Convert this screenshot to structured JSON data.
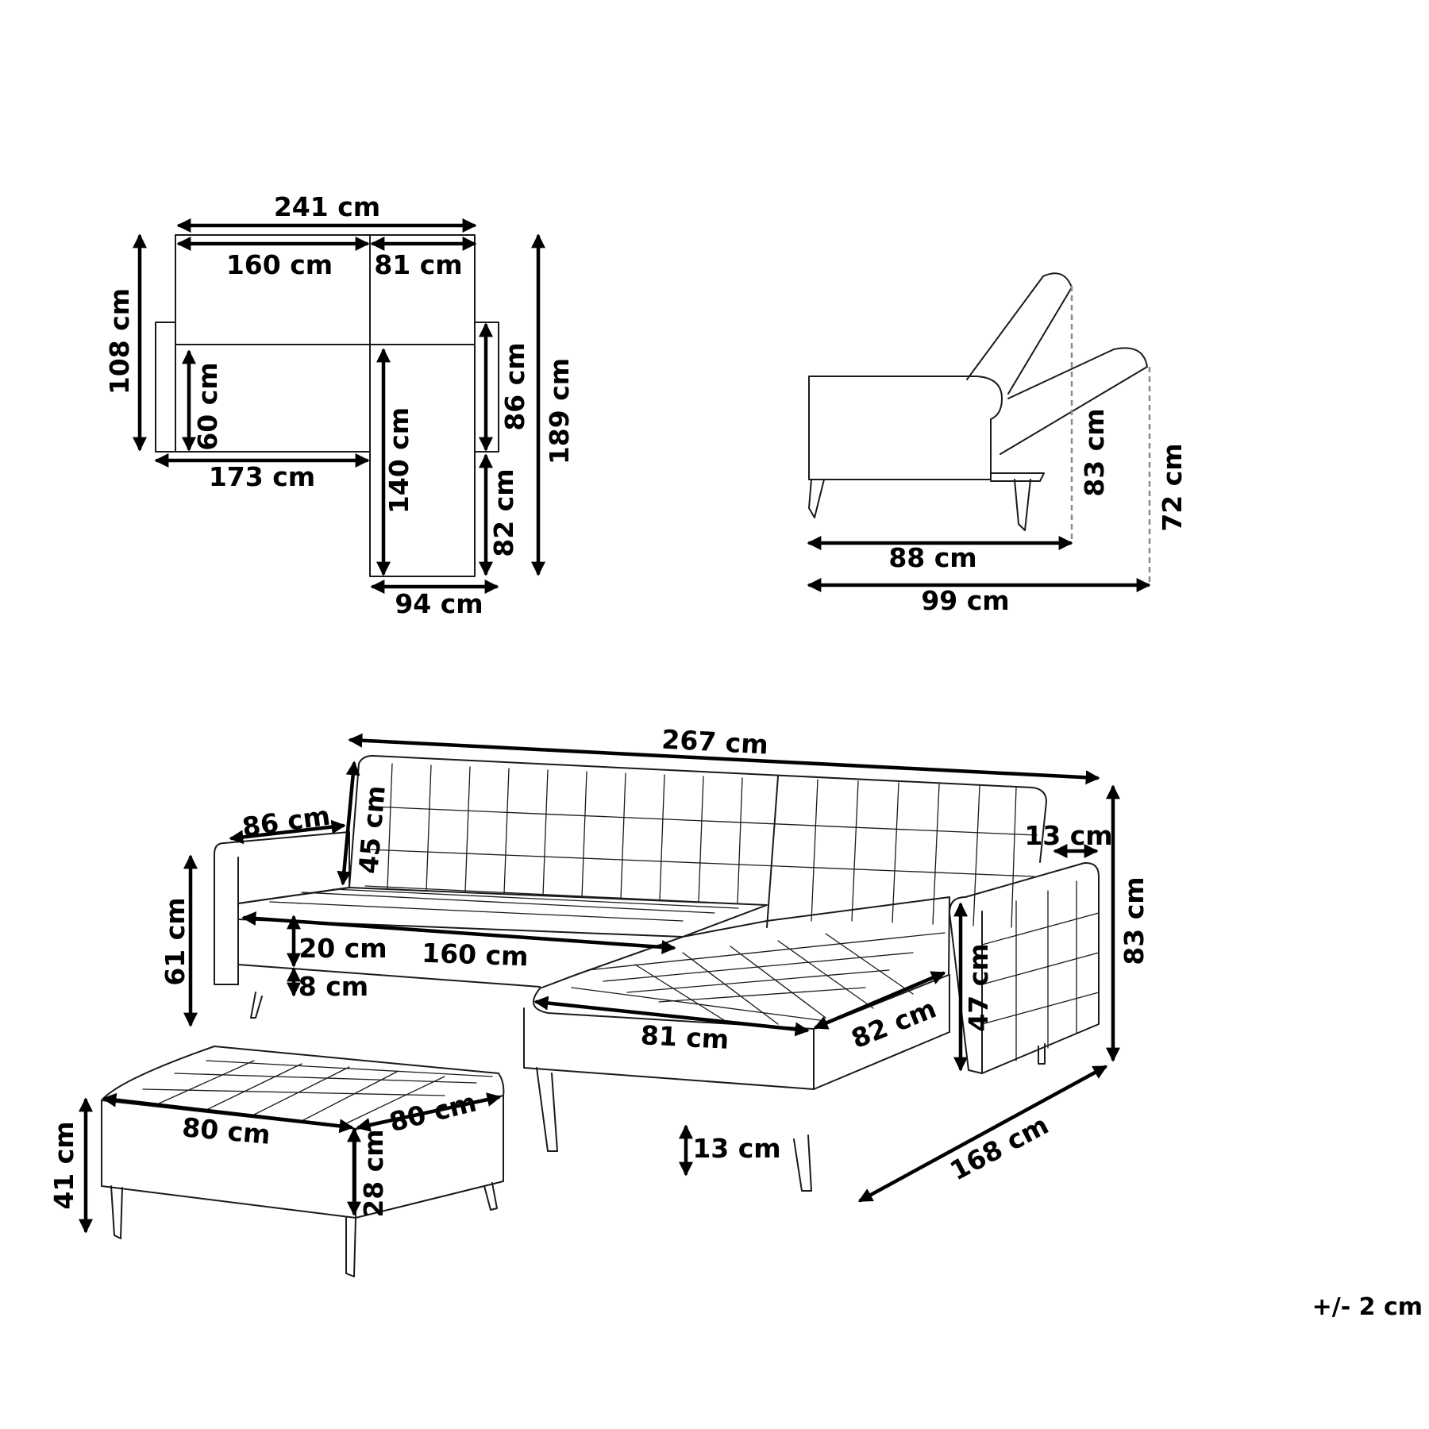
{
  "plan_view": {
    "total_width": "241 cm",
    "sofa_width": "160 cm",
    "chaise_width_top": "81 cm",
    "total_depth_left": "108 cm",
    "seat_depth": "60 cm",
    "seat_width": "173 cm",
    "chaise_length": "140 cm",
    "chaise_width": "94 cm",
    "chaise_back_depth": "86 cm",
    "chaise_front_depth": "82 cm",
    "total_depth_right": "189 cm"
  },
  "side_view": {
    "closed_depth": "88 cm",
    "reclined_depth": "99 cm",
    "back_height": "83 cm",
    "reclined_height": "72 cm"
  },
  "perspective_view": {
    "total_width": "267 cm",
    "armrest_length": "86 cm",
    "backrest_height": "45 cm",
    "armrest_width": "13 cm",
    "arm_height": "61 cm",
    "cushion_height": "20 cm",
    "seat_width": "160 cm",
    "frame_height": "8 cm",
    "chaise_width": "81 cm",
    "chaise_depth": "82 cm",
    "arm_inner_height": "47 cm",
    "total_height": "83 cm",
    "total_depth": "168 cm",
    "leg_height": "13 cm"
  },
  "ottoman": {
    "width": "80 cm",
    "depth": "80 cm",
    "height": "41 cm",
    "cushion_height": "28 cm"
  },
  "tolerance": "+/- 2 cm"
}
